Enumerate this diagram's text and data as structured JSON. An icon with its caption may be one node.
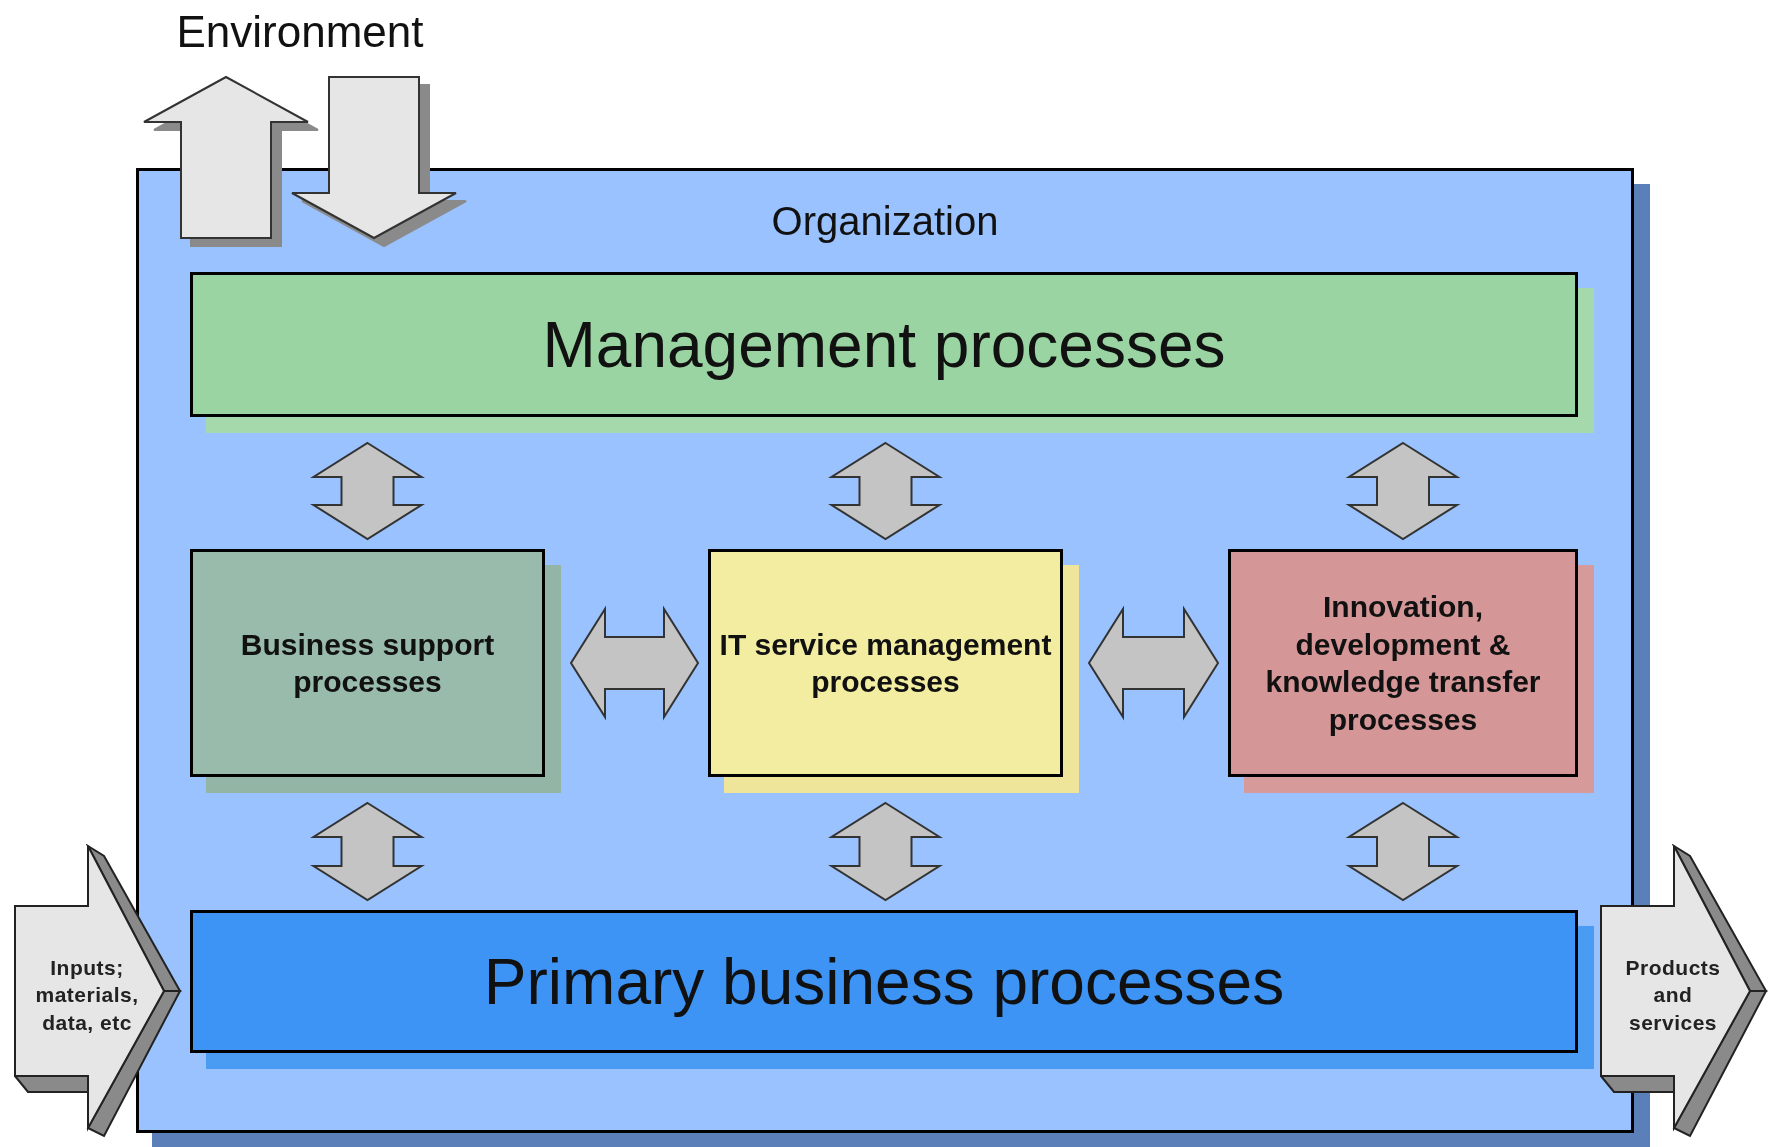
{
  "diagram": {
    "nodes": [
      {
        "text": [
          "Environment"
        ]
      },
      {
        "text": [
          "Organization"
        ]
      },
      {
        "text": [
          "Management processes"
        ],
        "in": 1
      },
      {
        "text": [
          "Business support processes"
        ],
        "in": 1
      },
      {
        "text": [
          "IT service management processes"
        ],
        "in": 1
      },
      {
        "text": [
          "Innovation, development & knowledge transfer processes"
        ],
        "in": 1
      },
      {
        "text": [
          "Primary business processes"
        ],
        "in": 1
      },
      {
        "text": [
          "Inputs; materials, data, etc"
        ]
      },
      {
        "text": [
          "Products and services"
        ]
      }
    ],
    "edges": [
      {
        "from": 1,
        "to": 0,
        "arrow": "to"
      },
      {
        "from": 0,
        "to": 1,
        "arrow": "to"
      },
      {
        "from": 2,
        "to": 3,
        "arrow": "both"
      },
      {
        "from": 2,
        "to": 4,
        "arrow": "both"
      },
      {
        "from": 2,
        "to": 5,
        "arrow": "both"
      },
      {
        "from": 3,
        "to": 4,
        "arrow": "both"
      },
      {
        "from": 4,
        "to": 5,
        "arrow": "both"
      },
      {
        "from": 3,
        "to": 6,
        "arrow": "both"
      },
      {
        "from": 4,
        "to": 6,
        "arrow": "both"
      },
      {
        "from": 5,
        "to": 6,
        "arrow": "both"
      }
    ]
  }
}
